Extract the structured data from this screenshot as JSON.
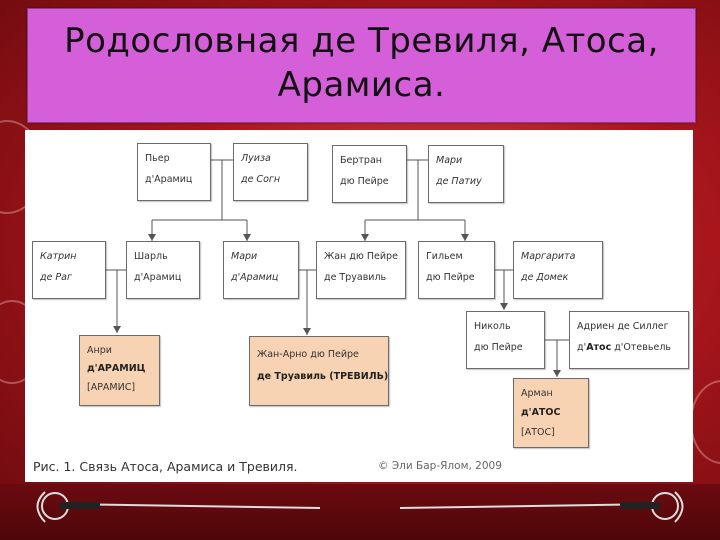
{
  "slide": {
    "title_line1": "Родословная де Тревиля, Атоса,",
    "title_line2": "Арамиса."
  },
  "diagram": {
    "nodes": {
      "pierre": {
        "first": "Пьер",
        "last": "д'Арамиц"
      },
      "louise": {
        "first": "Луиза",
        "last": "де Согн"
      },
      "bertrand": {
        "first": "Бертран",
        "last": "дю Пейре"
      },
      "marie_patiu": {
        "first": "Мари",
        "last": "де Патиу"
      },
      "katrin": {
        "first": "Катрин",
        "last": "де Раг"
      },
      "charles": {
        "first": "Шарль",
        "last": "д'Арамиц"
      },
      "marie_aramits": {
        "first": "Мари",
        "last": "д'Арамиц"
      },
      "jean": {
        "first": "Жан дю Пейре",
        "last": "де Труавиль"
      },
      "guillaume": {
        "first": "Гильем",
        "last": "дю Пейре"
      },
      "marguerite": {
        "first": "Маргарита",
        "last": "де Домек"
      },
      "nicolas": {
        "first": "Николь",
        "last": "дю Пейре"
      },
      "adrien": {
        "first": "Адриен де Силлег",
        "last_prefix": "д'",
        "last_bold": "Атос",
        "last_suffix": " д'Отевьель"
      },
      "henri": {
        "first": "Анри",
        "last": "д'АРАМИЦ",
        "alias": "[АРАМИС]"
      },
      "jean_arnaud": {
        "first": "Жан-Арно дю Пейре",
        "last": "де Труавиль (ТРЕВИЛЬ)"
      },
      "armand": {
        "first": "Арман",
        "last": "д'АТОС",
        "alias": "[АТОС]"
      }
    },
    "caption": "Рис. 1. Связь Атоса, Арамиса и Тревиля.",
    "copyright": "© Эли Бар-Ялом, 2009"
  },
  "colors": {
    "title_bg": "#d55fd9",
    "highlight_node": "#f8d3b3",
    "background": "#a8161c"
  }
}
